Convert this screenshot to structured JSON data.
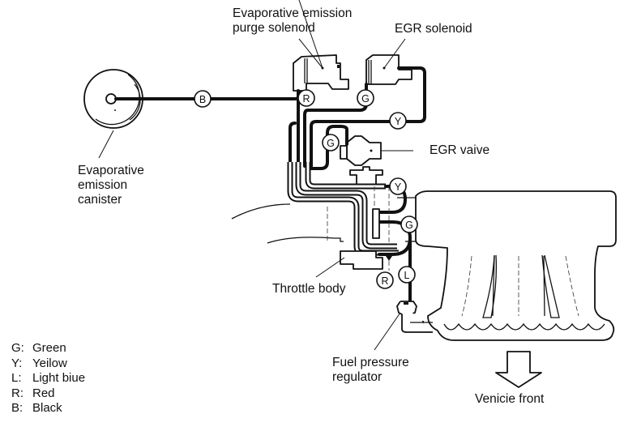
{
  "labels": {
    "purge_solenoid": [
      "Evaporative emission",
      "purge solenoid"
    ],
    "egr_solenoid": "EGR solenoid",
    "canister": [
      "Evaporative",
      "emission",
      "canister"
    ],
    "egr_valve": "EGR vaive",
    "throttle_body": "Throttle body",
    "fuel_pressure_regulator": [
      "Fuel pressure",
      "regulator"
    ],
    "vehicle_front": "Venicie front"
  },
  "hose_tags": {
    "canister_line": "B",
    "purge_solenoid_port": "R",
    "egr_solenoid_port": "G",
    "egr_solenoid_to_manifold": "Y",
    "egr_valve_port": "G",
    "manifold_upper": "Y",
    "manifold_lower": "G",
    "throttle_port": "R",
    "regulator_line": "L"
  },
  "legend": [
    {
      "key": "G:",
      "value": "Green"
    },
    {
      "key": "Y:",
      "value": "Yeilow"
    },
    {
      "key": "L:",
      "value": "Light biue"
    },
    {
      "key": "R:",
      "value": "Red"
    },
    {
      "key": "B:",
      "value": "Black"
    }
  ]
}
